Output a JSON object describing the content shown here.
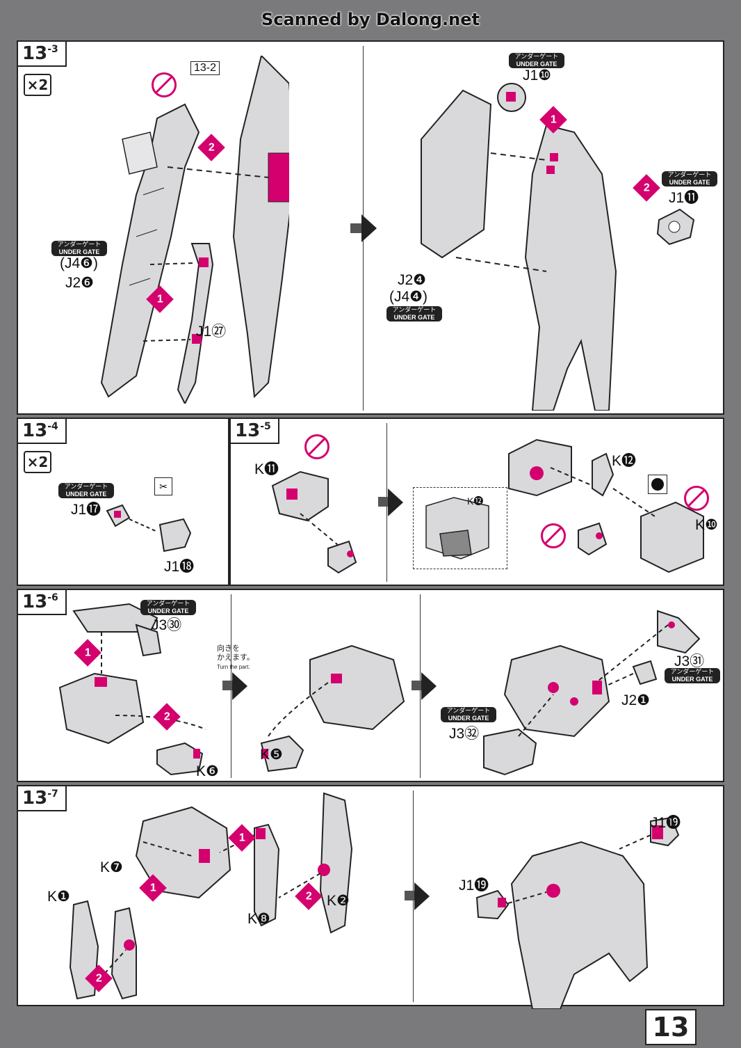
{
  "watermark": "Scanned by Dalong.net",
  "page_number": "13",
  "under_gate": {
    "jp": "アンダーゲート",
    "en": "UNDER GATE"
  },
  "steps": {
    "s13_3": {
      "title": "13",
      "sub": "-3",
      "multiplier": "×2",
      "labels": {
        "ref": "13-2",
        "j46": "(J4❻)",
        "j26": "J2❻",
        "j127": "J1㉗",
        "j110": "J1❿",
        "j111": "J1⓫",
        "j24": "J2❹",
        "j44": "(J4❹)"
      }
    },
    "s13_4": {
      "title": "13",
      "sub": "-4",
      "multiplier": "×2",
      "labels": {
        "j117": "J1⓱",
        "j118": "J1⓲"
      }
    },
    "s13_5": {
      "title": "13",
      "sub": "-5",
      "labels": {
        "k11": "K⓫",
        "k12a": "K⓬",
        "k12b": "K⓬",
        "k10": "K❿"
      }
    },
    "s13_6": {
      "title": "13",
      "sub": "-6",
      "labels": {
        "j330": "J3㉚",
        "k6": "K❻",
        "k5": "K❺",
        "j331": "J3㉛",
        "j21": "J2❶",
        "j332": "J3㉜"
      },
      "turn_note": {
        "jp1": "向きを",
        "jp2": "かえます。",
        "en": "Turn the part."
      }
    },
    "s13_7": {
      "title": "13",
      "sub": "-7",
      "labels": {
        "k1": "K❶",
        "k7": "K❼",
        "k8": "K❽",
        "k2": "K❷",
        "j119a": "J1⓳",
        "j119b": "J1⓳"
      }
    }
  },
  "steps_numbers": {
    "one": "1",
    "two": "2"
  },
  "colors": {
    "accent": "#d4006e",
    "frame": "#7a7a7c",
    "part_fill": "#d9d9dc",
    "line": "#222222"
  },
  "icons": [
    "no-nipper-icon",
    "nipper-icon",
    "pink-dot-icon",
    "step-arrow-icon"
  ]
}
